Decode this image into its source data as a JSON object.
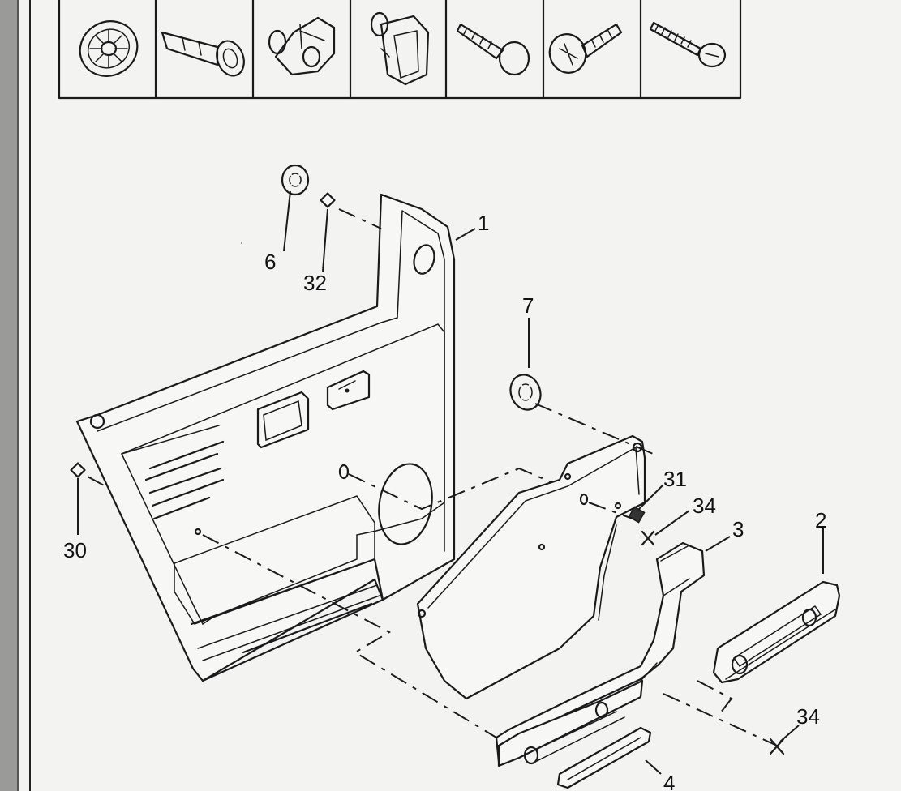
{
  "diagram": {
    "callouts": {
      "c1": "1",
      "c2": "2",
      "c3": "3",
      "c4": "4",
      "c6": "6",
      "c7": "7",
      "c30": "30",
      "c31": "31",
      "c32": "32",
      "c34a": "34",
      "c34b": "34"
    },
    "fastener_strip": [
      "push-pin-rosette",
      "push-rivet",
      "panel-clip",
      "u-nut-clip",
      "trim-screw",
      "clip-screw",
      "self-tapping-screw"
    ],
    "colors": {
      "ink": "#1a1a1a",
      "paper": "#f3f3f1",
      "binding": "#9a9a98"
    }
  }
}
